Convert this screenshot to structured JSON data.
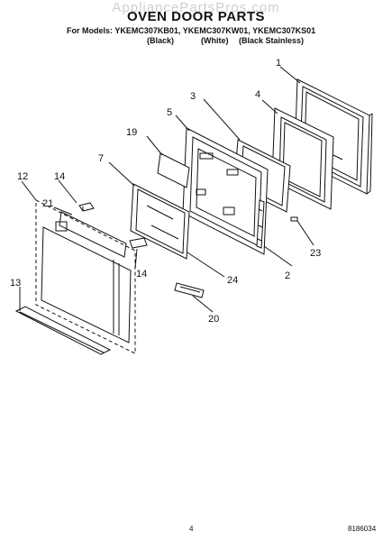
{
  "header": {
    "watermark": "AppliancePartsPros.com",
    "title": "OVEN DOOR PARTS",
    "models": "For Models: YKEMC307KB01, YKEMC307KW01, YKEMC307KS01",
    "color_black": "(Black)",
    "color_white": "(White)",
    "color_stainless": "(Black Stainless)"
  },
  "callouts": {
    "p1": "1",
    "p2": "2",
    "p3": "3",
    "p4": "4",
    "p5": "5",
    "p7": "7",
    "p12": "12",
    "p13": "13",
    "p14a": "14",
    "p14b": "14",
    "p19": "19",
    "p20": "20",
    "p21": "21",
    "p23": "23",
    "p24": "24"
  },
  "footer": {
    "page_number": "4",
    "document_number": "8186034"
  }
}
